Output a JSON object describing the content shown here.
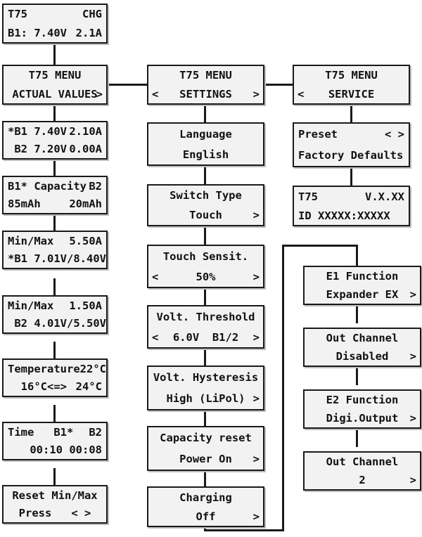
{
  "device": "T75",
  "colors": {
    "screen_fill": "#f2f2f2",
    "border": "#1a1a1a",
    "text": "#111111",
    "shadow": "#bdbdbd",
    "background": "#ffffff"
  },
  "arrows": {
    "left": "<",
    "right": ">",
    "both": "< >"
  },
  "status_screen": {
    "name": "status",
    "line1_left": "T75",
    "line1_right": "CHG",
    "line2_left": "B1: 7.40V",
    "line2_right": "2.1A"
  },
  "menus": {
    "actual_values": {
      "title": "T75 MENU",
      "label": "ACTUAL VALUES",
      "arrow_right": ">"
    },
    "settings": {
      "title": "T75 MENU",
      "label": "SETTINGS",
      "arrow_left": "<",
      "arrow_right": ">"
    },
    "service": {
      "title": "T75 MENU",
      "label": "SERVICE",
      "arrow_left": "<"
    }
  },
  "actual_values_screens": [
    {
      "name": "cell-voltages",
      "line1_left": "*B1 7.40V",
      "line1_right": "2.10A",
      "line2_left": " B2 7.20V",
      "line2_right": "0.00A"
    },
    {
      "name": "capacity",
      "line1_left": "B1* Capacity",
      "line1_right": "B2",
      "line2_left": "85mAh",
      "line2_right": "20mAh"
    },
    {
      "name": "minmax-b1",
      "line1_left": "Min/Max",
      "line1_right": "5.50A",
      "line2_left": "*B1 7.01V/",
      "line2_right": "8.40V"
    },
    {
      "name": "minmax-b2",
      "line1_left": "Min/Max",
      "line1_right": "1.50A",
      "line2_left": " B2 4.01V/",
      "line2_right": "5.50V"
    },
    {
      "name": "temperature",
      "line1_left": "Temperature",
      "line1_right": "22°C",
      "line2_left": "  16°C<=>",
      "line2_right": "24°C"
    },
    {
      "name": "time",
      "line1_left": "Time   B1*",
      "line1_right": "B2",
      "line2_left": "",
      "line2_right": "00:10 00:08"
    },
    {
      "name": "reset-minmax",
      "line1_center": "Reset Min/Max",
      "line2_center": "Press   < >"
    }
  ],
  "settings_screens": [
    {
      "name": "language",
      "line1_center": "Language",
      "line2_center": "English"
    },
    {
      "name": "switch-type",
      "line1_center": "Switch Type",
      "line2_center": "Touch",
      "arrow_right": ">"
    },
    {
      "name": "touch-sensitivity",
      "line1_center": "Touch Sensit.",
      "line2_center": "50%",
      "arrow_left": "<",
      "arrow_right": ">"
    },
    {
      "name": "volt-threshold",
      "line1_center": "Volt. Threshold",
      "line2_center": "6.0V  B1/2",
      "arrow_left": "<",
      "arrow_right": ">"
    },
    {
      "name": "volt-hysteresis",
      "line1_center": "Volt. Hysteresis",
      "line2_center": "High (LiPol)",
      "arrow_right": ">"
    },
    {
      "name": "capacity-reset",
      "line1_center": "Capacity reset",
      "line2_center": "Power On",
      "arrow_right": ">"
    },
    {
      "name": "charging",
      "line1_center": "Charging",
      "line2_center": "Off",
      "arrow_right": ">"
    }
  ],
  "service_screens": [
    {
      "name": "preset",
      "line1_left": "Preset",
      "line1_right": "< >",
      "line2_left": "Factory Defaults"
    },
    {
      "name": "version-id",
      "line1_left": "T75",
      "line1_right": "V.X.XX",
      "line2_left": "ID XXXXX:XXXXX"
    }
  ],
  "expander_screens": [
    {
      "name": "e1-function",
      "line1_center": "E1 Function",
      "line2_center": "Expander EX",
      "arrow_right": ">"
    },
    {
      "name": "e1-out-channel",
      "line1_center": "Out Channel",
      "line2_center": "Disabled",
      "arrow_right": ">"
    },
    {
      "name": "e2-function",
      "line1_center": "E2 Function",
      "line2_center": "Digi.Output",
      "arrow_right": ">"
    },
    {
      "name": "e2-out-channel",
      "line1_center": "Out Channel",
      "line2_center": "2",
      "arrow_right": ">"
    }
  ]
}
